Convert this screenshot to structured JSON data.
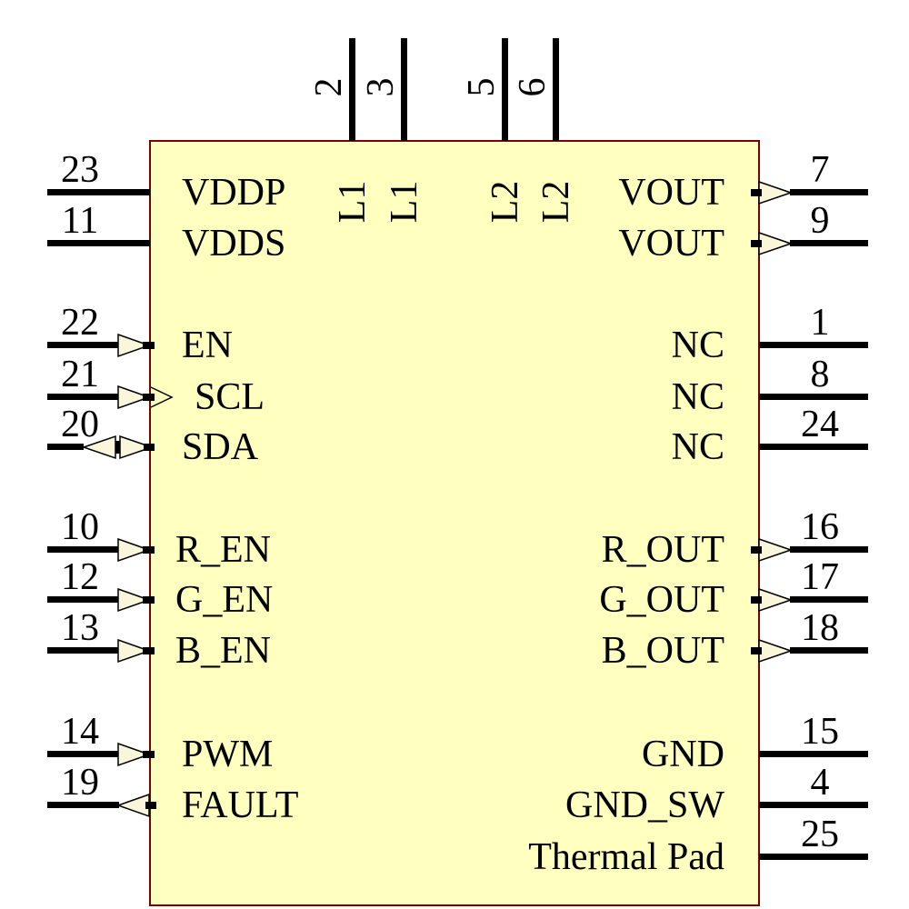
{
  "component": {
    "kind": "schematic-symbol"
  },
  "colors": {
    "body_fill": "#FFFFC0",
    "body_border": "#7B0000",
    "wire": "#000000",
    "arrow_fill": "#FAF6DC",
    "text": "#000000"
  },
  "pins": {
    "left": [
      {
        "number": "23",
        "label": "VDDP",
        "direction": "passive"
      },
      {
        "number": "11",
        "label": "VDDS",
        "direction": "passive"
      },
      {
        "number": "22",
        "label": "EN",
        "direction": "input"
      },
      {
        "number": "21",
        "label": "SCL",
        "direction": "input"
      },
      {
        "number": "20",
        "label": "SDA",
        "direction": "bidirectional"
      },
      {
        "number": "10",
        "label": "R_EN",
        "direction": "input"
      },
      {
        "number": "12",
        "label": "G_EN",
        "direction": "input"
      },
      {
        "number": "13",
        "label": "B_EN",
        "direction": "input"
      },
      {
        "number": "14",
        "label": "PWM",
        "direction": "input"
      },
      {
        "number": "19",
        "label": "FAULT",
        "direction": "output"
      }
    ],
    "right": [
      {
        "number": "7",
        "label": "VOUT",
        "direction": "output"
      },
      {
        "number": "9",
        "label": "VOUT",
        "direction": "output"
      },
      {
        "number": "1",
        "label": "NC",
        "direction": "passive"
      },
      {
        "number": "8",
        "label": "NC",
        "direction": "passive"
      },
      {
        "number": "24",
        "label": "NC",
        "direction": "passive"
      },
      {
        "number": "16",
        "label": "R_OUT",
        "direction": "output"
      },
      {
        "number": "17",
        "label": "G_OUT",
        "direction": "output"
      },
      {
        "number": "18",
        "label": "B_OUT",
        "direction": "output"
      },
      {
        "number": "15",
        "label": "GND",
        "direction": "passive"
      },
      {
        "number": "4",
        "label": "GND_SW",
        "direction": "passive"
      },
      {
        "number": "25",
        "label": "Thermal Pad",
        "direction": "passive"
      }
    ],
    "top": [
      {
        "number": "2",
        "label": "L1",
        "direction": "passive"
      },
      {
        "number": "3",
        "label": "L1",
        "direction": "passive"
      },
      {
        "number": "5",
        "label": "L2",
        "direction": "passive"
      },
      {
        "number": "6",
        "label": "L2",
        "direction": "passive"
      }
    ]
  }
}
